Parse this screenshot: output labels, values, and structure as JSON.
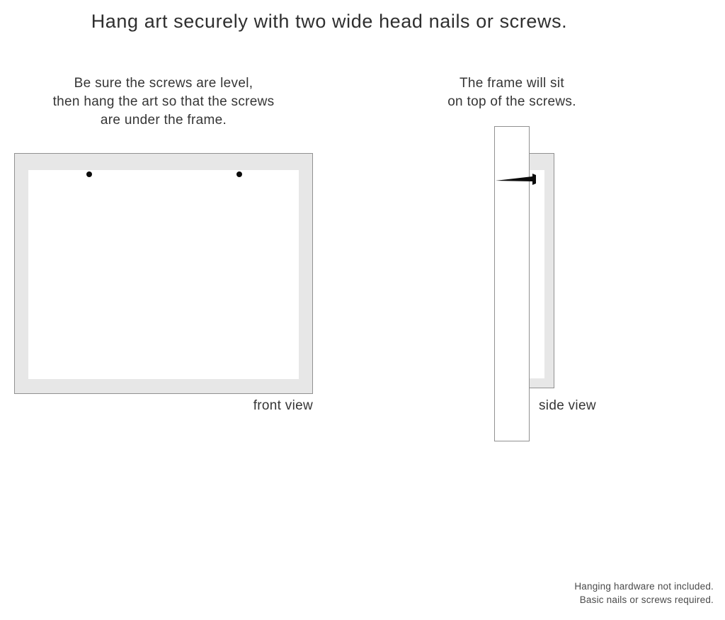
{
  "title": "Hang art securely with two wide head nails or screws.",
  "left_instruction": {
    "lines": [
      "Be sure the screws are level,",
      "then hang the art so that the screws",
      "are under the frame."
    ]
  },
  "right_instruction": {
    "lines": [
      "The frame will sit",
      "on top of the screws."
    ]
  },
  "front_view": {
    "label": "front view",
    "screw_count": 2
  },
  "side_view": {
    "label": "side view"
  },
  "footnote": {
    "lines": [
      "Hanging hardware not included.",
      "Basic nails or screws required."
    ]
  },
  "colors": {
    "background": "#ffffff",
    "frame_fill": "#e7e7e7",
    "outline": "#919191",
    "text": "#343434",
    "nail": "#0b0b0b"
  }
}
